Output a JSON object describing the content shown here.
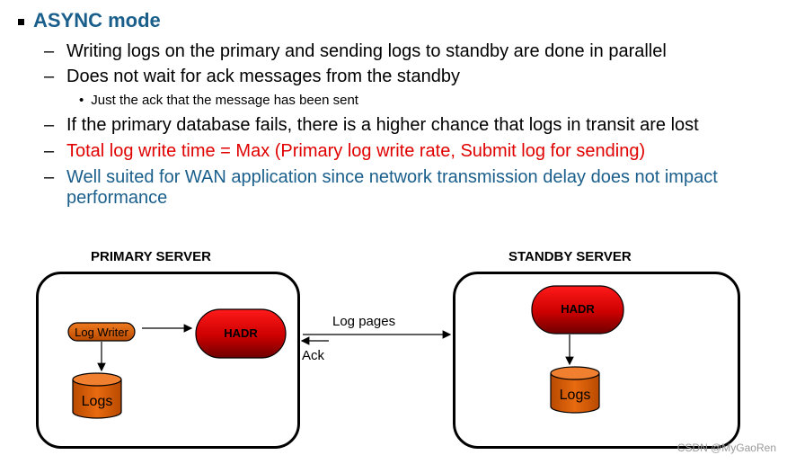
{
  "heading": "ASYNC mode",
  "bullets": [
    {
      "text": "Writing logs on the primary and sending logs to standby are done in parallel"
    },
    {
      "text": "Does not wait for ack messages from the standby"
    },
    {
      "text": "If the primary database fails, there is a higher chance that logs in transit are lost"
    },
    {
      "text": "Total log write time = Max (Primary log write rate, Submit log for sending)"
    },
    {
      "text_line1": "Well suited for WAN application since network transmission delay does not impact",
      "text_line2": "performance"
    }
  ],
  "sub_bullet": "Just the ack that the message has been sent",
  "diagram": {
    "primary_label": "PRIMARY SERVER",
    "standby_label": "STANDBY SERVER",
    "log_writer": "Log Writer",
    "primary_hadr": "HADR",
    "standby_hadr": "HADR",
    "primary_logs": "Logs",
    "standby_logs": "Logs",
    "log_pages": "Log pages",
    "ack": "Ack"
  },
  "watermark": "CSDN @MyGaoRen",
  "colors": {
    "heading": "#1a5f8c",
    "red_text": "#e00000",
    "blue_text": "#1a5f8c",
    "hadr_fill": "#cc0000",
    "log_orange": "#dd5a00"
  }
}
